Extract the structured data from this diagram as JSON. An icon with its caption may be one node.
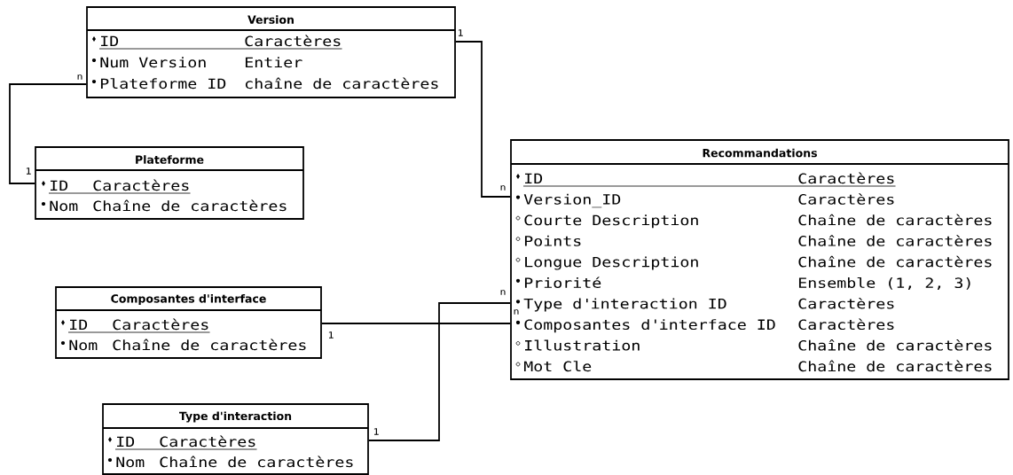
{
  "diagram": {
    "nodes": [
      {
        "text": [
          "Version",
          "ID",
          "Caractères",
          "Num Version",
          "Entier",
          "Plateforme ID",
          "chaîne de caractères"
        ]
      },
      {
        "text": [
          "Plateforme",
          "ID",
          "Caractères",
          "Nom",
          "Chaîne de caractères"
        ]
      },
      {
        "text": [
          "Recommandations",
          "ID",
          "Caractères",
          "Version_ID",
          "Caractères",
          "Courte Description",
          "Chaîne de caractères",
          "Points",
          "Chaîne de caractères",
          "Longue Description",
          "Chaîne de caractères",
          "Priorité",
          "Ensemble (1, 2, 3)",
          "Type d'interaction ID",
          "Caractères",
          "Composantes d'interface ID",
          "Caractères",
          "Illustration",
          "Chaîne de caractères",
          "Mot Cle",
          "Chaîne de caractères"
        ]
      },
      {
        "text": [
          "Composantes d'interface",
          "ID",
          "Caractères",
          "Nom",
          "Chaîne de caractères"
        ]
      },
      {
        "text": [
          "Type d'interaction",
          "ID",
          "Caractères",
          "Nom",
          "Chaîne de caractères"
        ]
      }
    ],
    "edges": [
      {
        "from": 0,
        "to": 1,
        "arrow": "none"
      },
      {
        "from": 0,
        "to": 2,
        "arrow": "none"
      },
      {
        "from": 3,
        "to": 2,
        "arrow": "none"
      },
      {
        "from": 4,
        "to": 2,
        "arrow": "none"
      }
    ],
    "labels": [
      "1",
      "n",
      "1",
      "n",
      "n",
      "n",
      "1",
      "1"
    ]
  }
}
